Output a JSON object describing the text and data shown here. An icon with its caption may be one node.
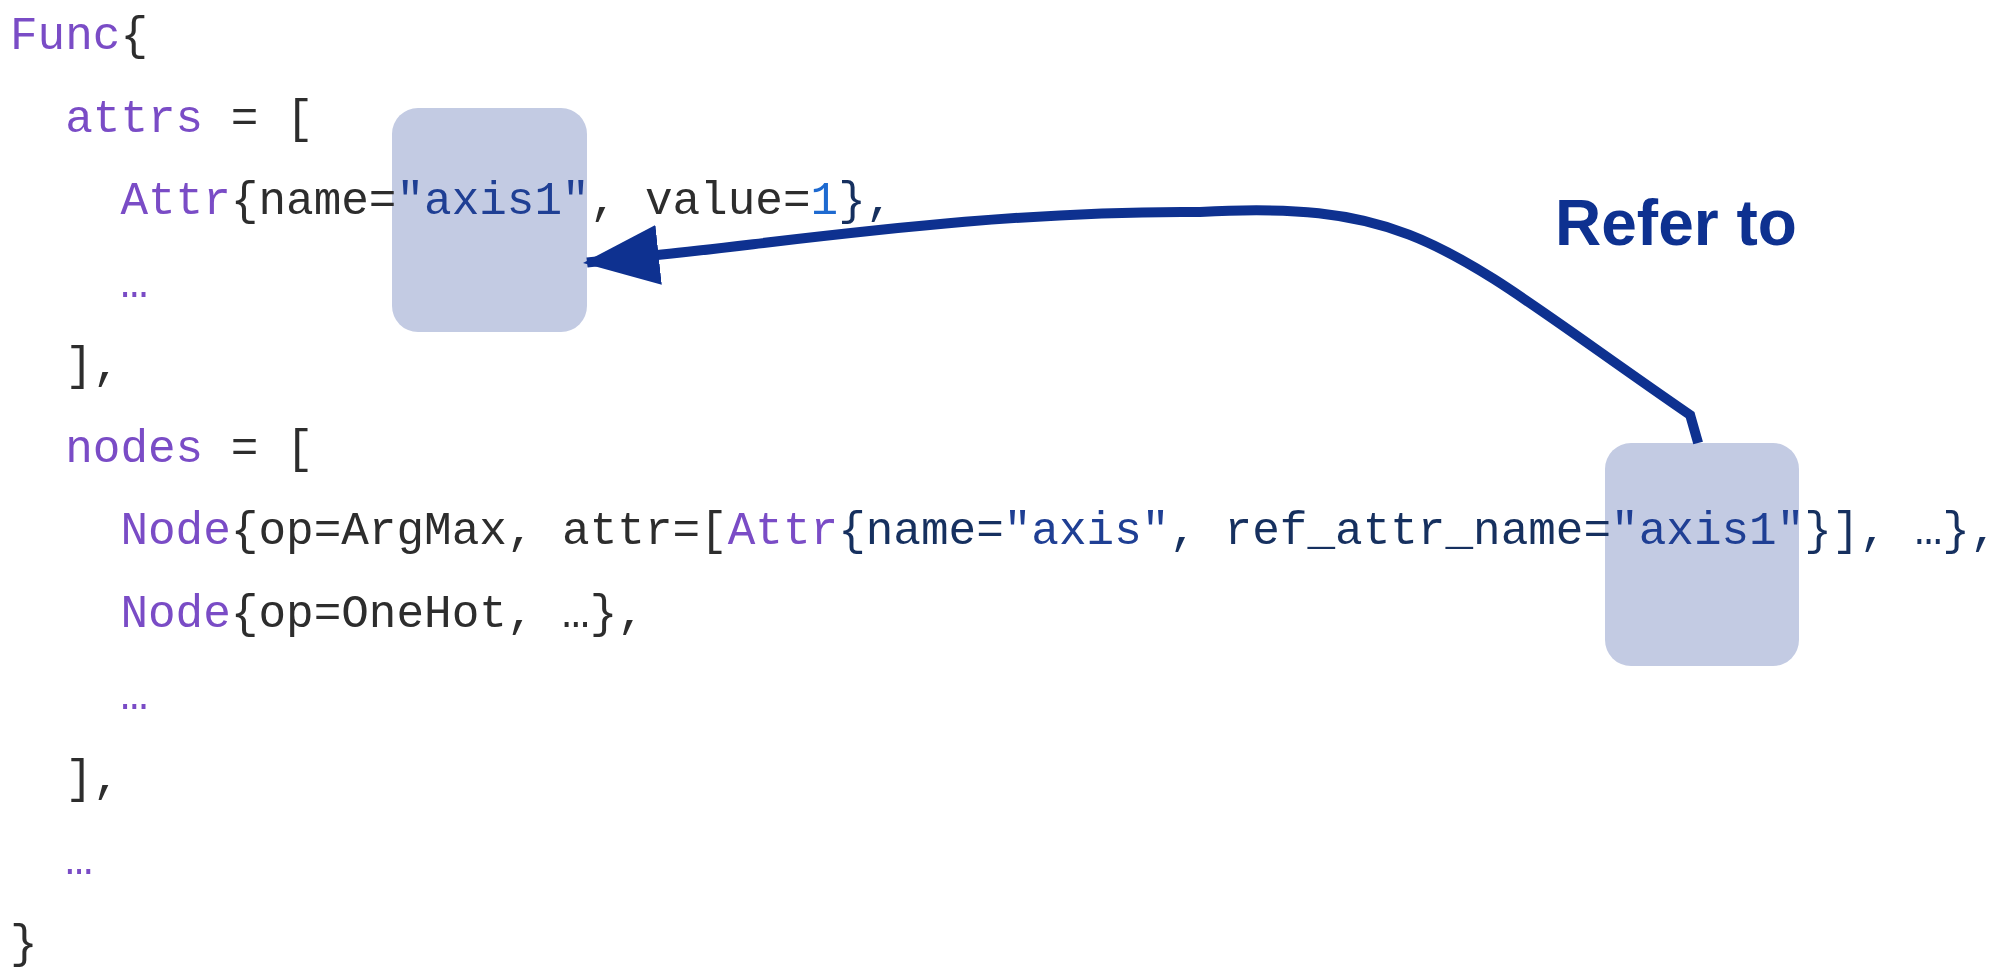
{
  "diagram": {
    "nodes": [
      {
        "text": [],
        "shape": "box"
      },
      {
        "text": [],
        "shape": "box"
      }
    ],
    "edges": [
      {
        "from": 1,
        "to": 0,
        "arrow": "to",
        "label": "Refer to"
      }
    ],
    "labels": [
      "Func{",
      "attrs = [",
      "Attr{name=\"axis1\", value=1},",
      "…",
      "],",
      "nodes = [",
      "Node{op=ArgMax, attr=[Attr{name=\"axis\", ref_attr_name=\"axis1\"}], …},",
      "Node{op=OneHot, …},",
      "…",
      "],",
      "…",
      "}"
    ]
  }
}
